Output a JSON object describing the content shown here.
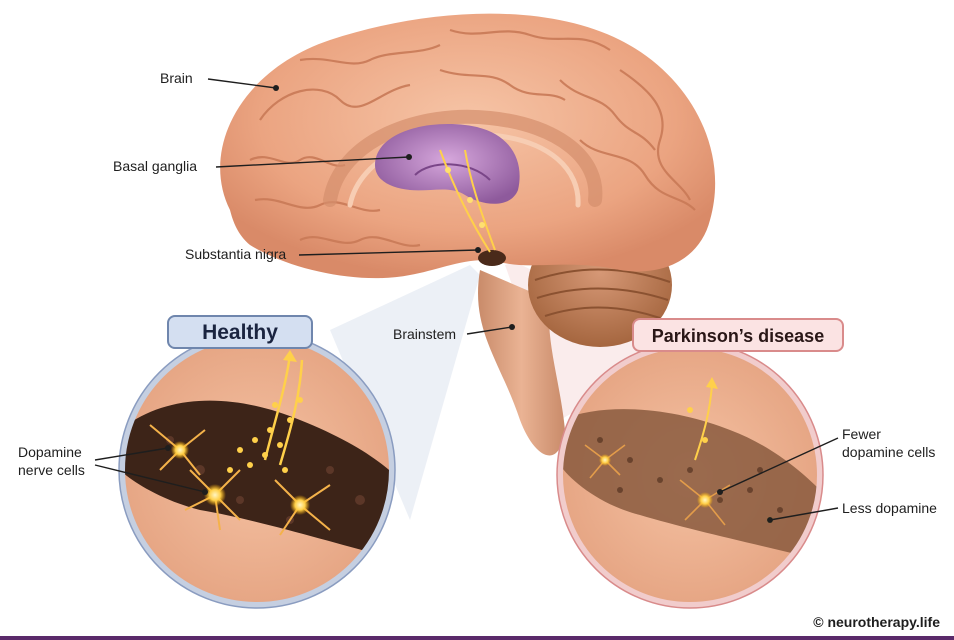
{
  "labels": {
    "brain": "Brain",
    "basal_ganglia": "Basal ganglia",
    "substantia_nigra": "Substantia nigra",
    "brainstem": "Brainstem",
    "dopamine_nerve_cells_line1": "Dopamine",
    "dopamine_nerve_cells_line2": "nerve cells",
    "fewer_line1": "Fewer",
    "fewer_line2": "dopamine cells",
    "less_dopamine": "Less dopamine"
  },
  "panels": {
    "healthy_title": "Healthy",
    "parkinsons_title": "Parkinson’s disease"
  },
  "credit": "© neurotherapy.life",
  "colors": {
    "brain_tissue": "#f0b08f",
    "basal_ganglia": "#b27ab8",
    "healthy_accent": "#6f86ad",
    "pd_accent": "#d98b8b",
    "dopamine_glow": "#ffd04a"
  }
}
